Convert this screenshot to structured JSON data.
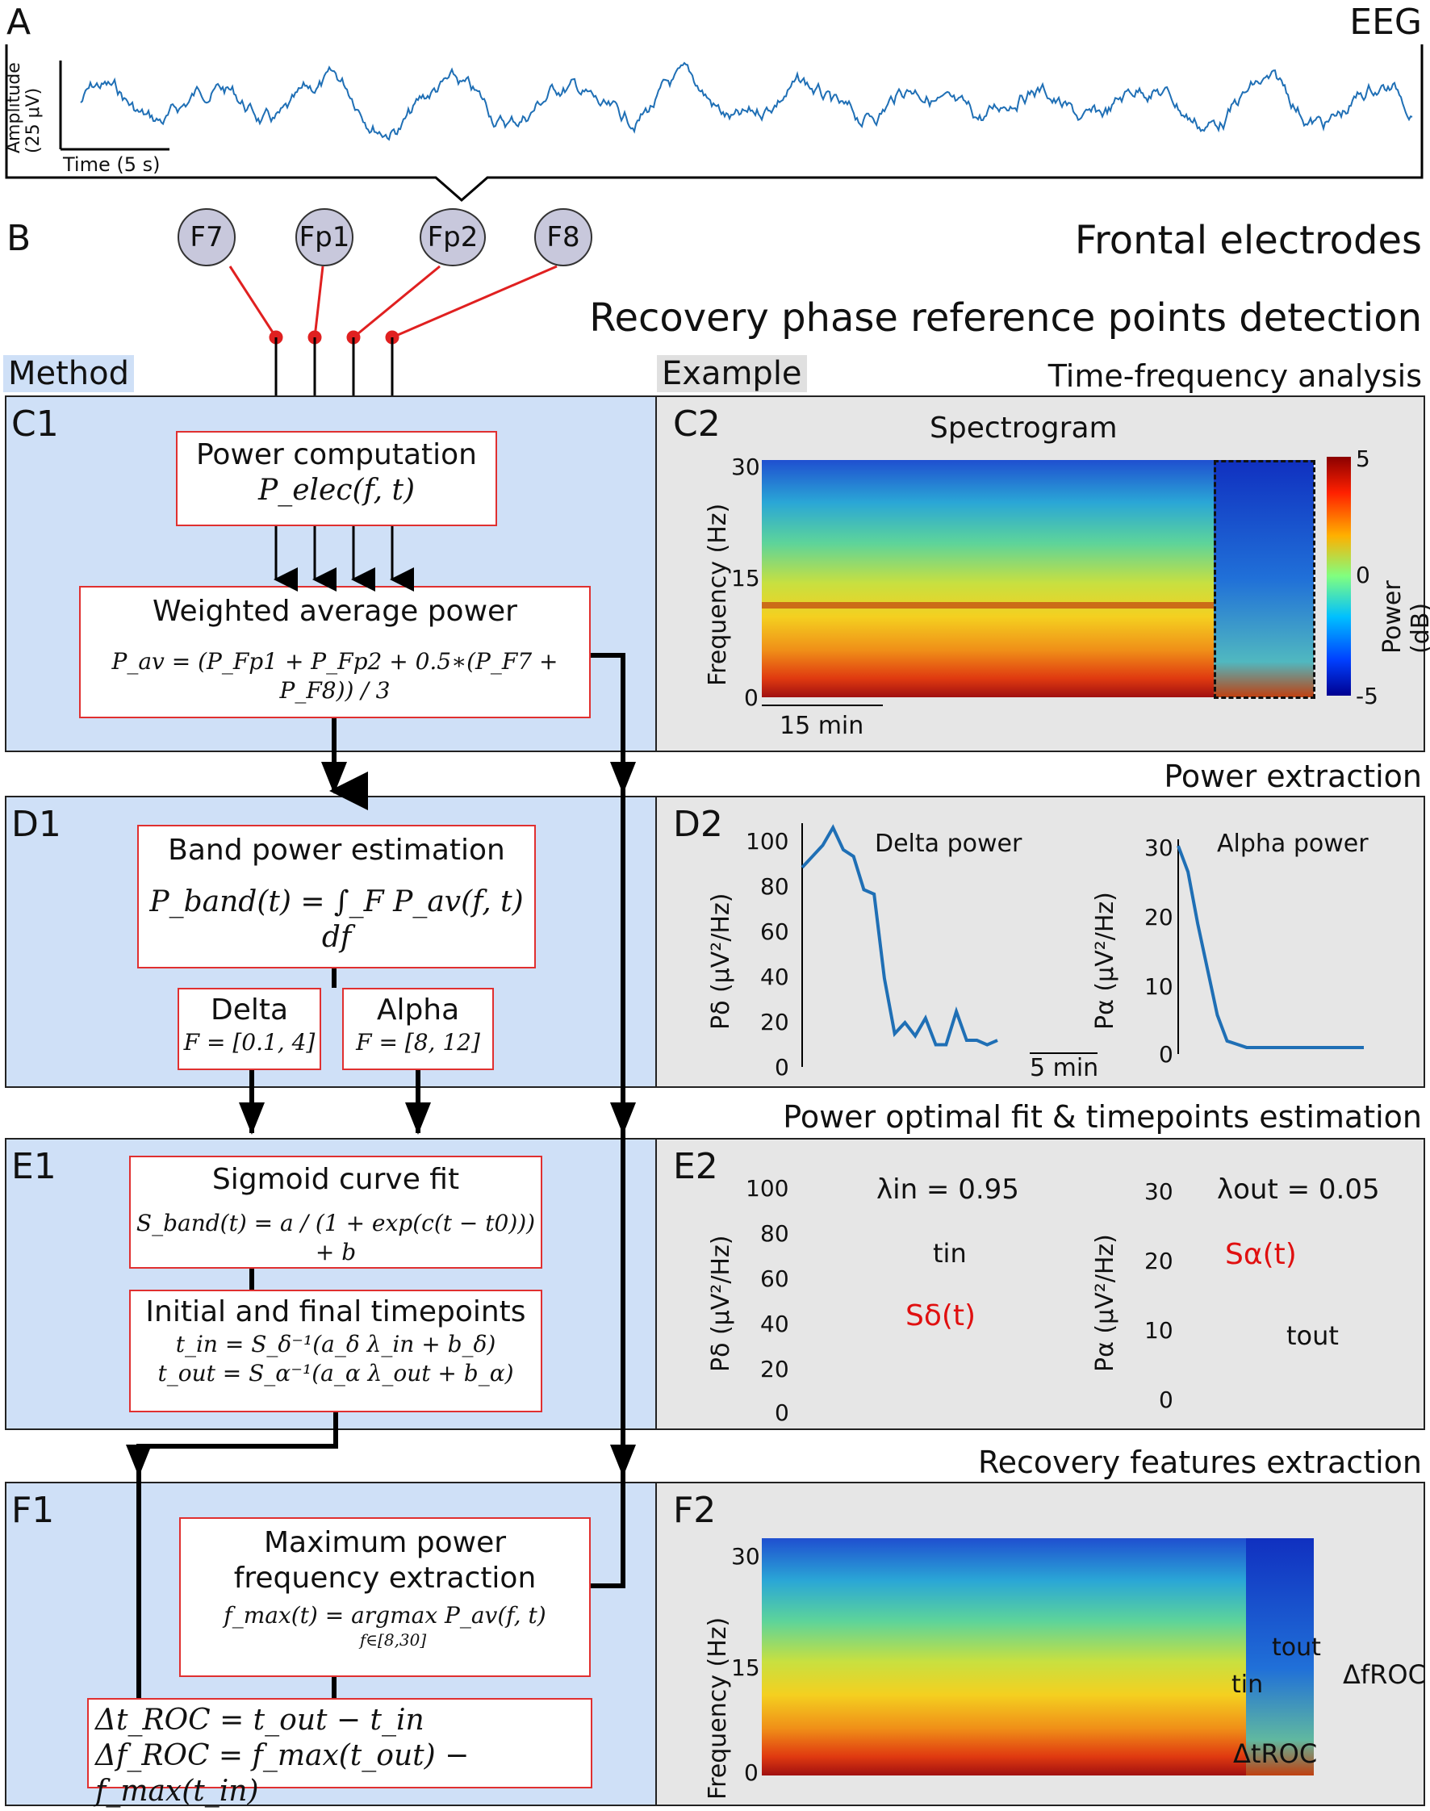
{
  "panelA": {
    "letter": "A",
    "title": "EEG",
    "amp_label": "Amplitude",
    "amp_scale": "(25 μV)",
    "time_scale": "Time (5 s)"
  },
  "panelB": {
    "letter": "B",
    "title": "Frontal electrodes",
    "electrodes": [
      "F7",
      "Fp1",
      "Fp2",
      "F8"
    ]
  },
  "headline": "Recovery phase reference points detection",
  "tags": {
    "method": "Method",
    "example": "Example"
  },
  "sections": {
    "tf": "Time-frequency analysis",
    "pe": "Power extraction",
    "fit": "Power optimal fit & timepoints estimation",
    "rf": "Recovery features extraction"
  },
  "C1": {
    "letter": "C1",
    "power_title": "Power computation",
    "power_formula": "P_elec(f, t)",
    "wavg_title": "Weighted average power",
    "wavg_formula": "P_av = (P_Fp1 + P_Fp2 + 0.5∗(P_F7 + P_F8)) / 3"
  },
  "C2": {
    "letter": "C2",
    "title": "Spectrogram",
    "ylabel": "Frequency (Hz)",
    "yticks": [
      "30",
      "15",
      "0"
    ],
    "cbar_label": "Power (dB)",
    "cbar_ticks": [
      "5",
      "0",
      "-5"
    ],
    "scale": "15 min"
  },
  "D1": {
    "letter": "D1",
    "band_title": "Band power estimation",
    "band_formula": "P_band(t) = ∫_F P_av(f, t) df",
    "delta_name": "Delta",
    "delta_range": "F = [0.1, 4]",
    "alpha_name": "Alpha",
    "alpha_range": "F = [8, 12]"
  },
  "D2": {
    "letter": "D2",
    "delta_title": "Delta power",
    "alpha_title": "Alpha power",
    "delta_ylabel": "Pδ (μV²/Hz)",
    "alpha_ylabel": "Pα (μV²/Hz)",
    "delta_ticks": [
      "100",
      "80",
      "60",
      "40",
      "20",
      "0"
    ],
    "alpha_ticks": [
      "30",
      "20",
      "10",
      "0"
    ],
    "scale": "5 min"
  },
  "E1": {
    "letter": "E1",
    "sig_title": "Sigmoid curve fit",
    "sig_formula": "S_band(t) = a / (1 + exp(c(t − t0))) + b",
    "tp_title": "Initial and final timepoints",
    "tin_formula": "t_in = S_δ⁻¹(a_δ λ_in + b_δ)",
    "tout_formula": "t_out = S_α⁻¹(a_α λ_out + b_α)"
  },
  "E2": {
    "letter": "E2",
    "lambda_in": "λin = 0.95",
    "lambda_out": "λout = 0.05",
    "tin": "tin",
    "tout": "tout",
    "s_delta": "Sδ(t)",
    "s_alpha": "Sα(t)",
    "delta_ylabel": "Pδ (μV²/Hz)",
    "alpha_ylabel": "Pα (μV²/Hz)",
    "delta_ticks": [
      "100",
      "80",
      "60",
      "40",
      "20",
      "0"
    ],
    "alpha_ticks": [
      "30",
      "20",
      "10",
      "0"
    ]
  },
  "F1": {
    "letter": "F1",
    "max_title1": "Maximum power",
    "max_title2": "frequency extraction",
    "max_formula": "f_max(t) = argmax P_av(f, t)",
    "max_sub": "f∈[8,30]",
    "roc_t": "Δt_ROC = t_out − t_in",
    "roc_f": "Δf_ROC = f_max(t_out) − f_max(t_in)"
  },
  "F2": {
    "letter": "F2",
    "ylabel": "Frequency (Hz)",
    "yticks": [
      "30",
      "15",
      "0"
    ],
    "tin": "tin",
    "tout": "tout",
    "dt": "ΔtROC",
    "df": "ΔfROC"
  },
  "colors": {
    "signal": "#1f6fb5",
    "fit": "#e01010",
    "method_bg": "#cfe0f7",
    "example_bg": "#e6e6e6",
    "box_border": "#e03030",
    "electrode": "#c8c8dc"
  },
  "chart_data": [
    {
      "type": "line",
      "title": "Delta power",
      "ylabel": "Pδ (μV²/Hz)",
      "ylim": [
        0,
        110
      ],
      "series": [
        {
          "values": [
            90,
            95,
            100,
            108,
            98,
            95,
            80,
            78,
            40,
            15,
            20,
            14,
            22,
            10,
            10,
            25,
            12,
            12,
            10,
            12
          ]
        }
      ]
    },
    {
      "type": "line",
      "title": "Alpha power",
      "ylabel": "Pα (μV²/Hz)",
      "ylim": [
        0,
        33
      ],
      "series": [
        {
          "values": [
            32,
            28,
            20,
            13,
            6,
            2,
            1.5,
            1,
            1,
            1,
            1,
            1,
            1,
            1,
            1,
            1,
            1,
            1,
            1,
            1
          ]
        }
      ]
    }
  ]
}
